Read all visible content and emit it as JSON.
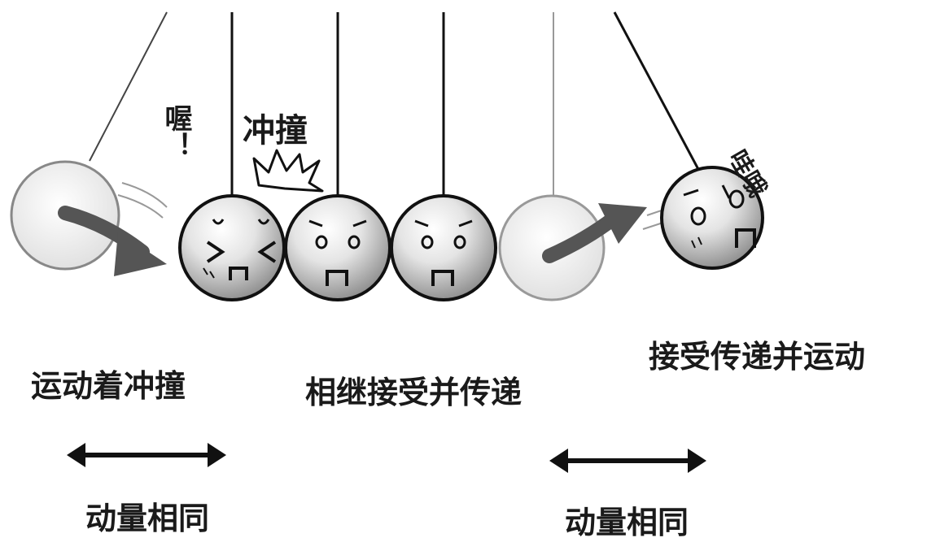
{
  "exclamations": {
    "ow": "喔！",
    "collide": "冲撞",
    "wow": "哇哦"
  },
  "captions": {
    "left": "运动着冲撞",
    "middle": "相继接受并传递",
    "right": "接受传递并运动"
  },
  "momentum": {
    "left": "动量相同",
    "right": "动量相同"
  },
  "colors": {
    "ink": "#1a1a1a",
    "ball_shade": "#8a8a8a",
    "ghost_ball": "#d9d9d9",
    "arrow": "#555555"
  }
}
